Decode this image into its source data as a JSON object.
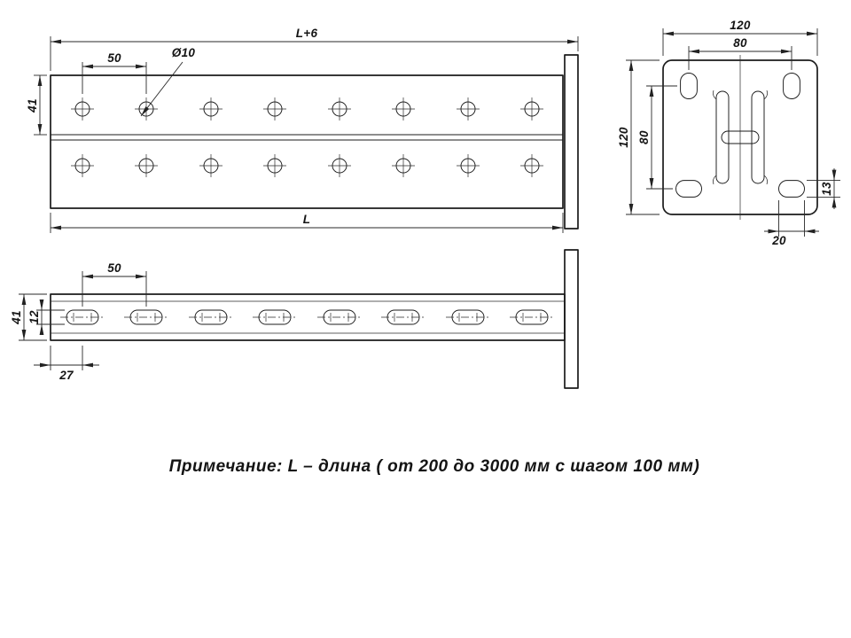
{
  "note": "Примечание: L – длина ( от 200 до 3000 мм с шагом 100 мм)",
  "plan_view": {
    "dim_overall_length": "L+6",
    "dim_hole_pitch": "50",
    "dim_hole_diameter": "Ø10",
    "dim_row_offset": "41",
    "dim_length": "L"
  },
  "end_view": {
    "dim_plate_width": "120",
    "dim_slot_pitch_horizontal": "80",
    "dim_plate_height": "120",
    "dim_slot_pitch_vertical": "80",
    "dim_corner_slot_height": "13",
    "dim_corner_slot_width": "20"
  },
  "side_view": {
    "dim_slot_pitch": "50",
    "dim_profile_height": "41",
    "dim_slot_width": "12",
    "dim_end_offset": "27"
  }
}
